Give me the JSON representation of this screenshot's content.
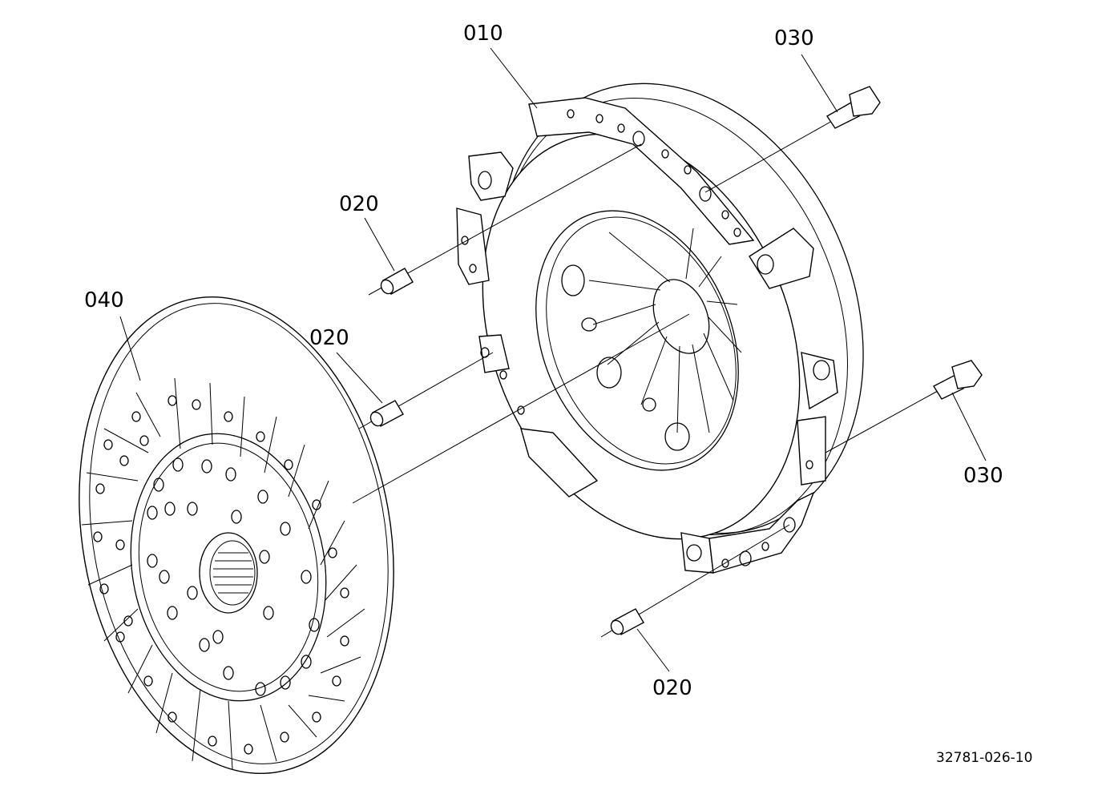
{
  "diagram": {
    "callouts": {
      "pressure_plate": "010",
      "pin_top": "020",
      "pin_middle": "020",
      "pin_bottom": "020",
      "bolt_top": "030",
      "bolt_right": "030",
      "clutch_disc": "040"
    },
    "reference_number": "32781-026-10"
  }
}
